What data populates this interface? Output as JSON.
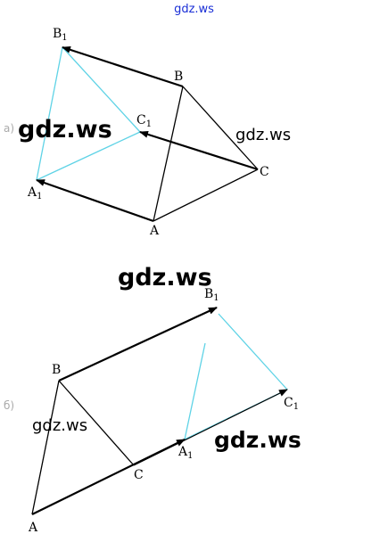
{
  "watermarks": {
    "top": "gdz.ws",
    "a_left": "gdz.ws",
    "a_right": "gdz.ws",
    "b_top": "gdz.ws",
    "b_left": "gdz.ws",
    "b_right": "gdz.ws"
  },
  "parts": {
    "a": "а)",
    "b": "б)"
  },
  "figure_a": {
    "labels": {
      "A": "A",
      "B": "B",
      "C": "C",
      "A1": "A",
      "B1": "B",
      "C1": "C",
      "sub": "1"
    }
  },
  "figure_b": {
    "labels": {
      "A": "A",
      "B": "B",
      "C": "C",
      "A1": "A",
      "B1": "B",
      "C1": "C",
      "sub": "1"
    }
  },
  "colors": {
    "line": "#000000",
    "construction": "#5fd3e6",
    "watermark_top": "#1a2fd6"
  }
}
